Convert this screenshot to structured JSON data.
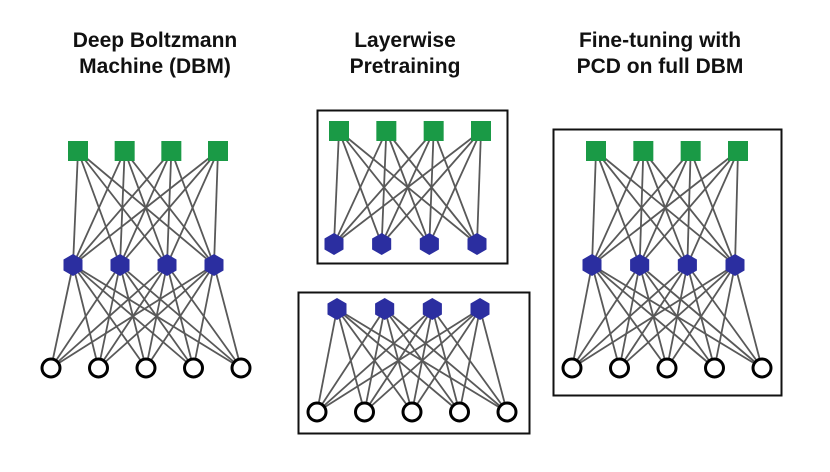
{
  "panels": [
    {
      "id": "dbm",
      "title_lines": [
        "Deep Boltzmann",
        "Machine (DBM)"
      ],
      "boxed": false,
      "layers": [
        {
          "kind": "hidden2",
          "units": 4
        },
        {
          "kind": "hidden1",
          "units": 4
        },
        {
          "kind": "visible",
          "units": 5
        }
      ]
    },
    {
      "id": "layerwise-pretraining",
      "title_lines": [
        "Layerwise",
        "Pretraining"
      ],
      "boxes": [
        {
          "layers": [
            {
              "kind": "hidden2",
              "units": 4
            },
            {
              "kind": "hidden1",
              "units": 4
            }
          ]
        },
        {
          "layers": [
            {
              "kind": "hidden1",
              "units": 4
            },
            {
              "kind": "visible",
              "units": 5
            }
          ]
        }
      ]
    },
    {
      "id": "fine-tuning",
      "title_lines": [
        "Fine-tuning with",
        "PCD on full DBM"
      ],
      "boxed": true,
      "layers": [
        {
          "kind": "hidden2",
          "units": 4
        },
        {
          "kind": "hidden1",
          "units": 4
        },
        {
          "kind": "visible",
          "units": 5
        }
      ]
    }
  ],
  "unit_styles": {
    "hidden2": {
      "shape": "square",
      "color": "#1a9a46"
    },
    "hidden1": {
      "shape": "hexagon",
      "color": "#2b2ea0"
    },
    "visible": {
      "shape": "circle",
      "color": "#ffffff",
      "stroke": "#000000"
    }
  },
  "edge_color": "#595959",
  "box_color": "#111111"
}
